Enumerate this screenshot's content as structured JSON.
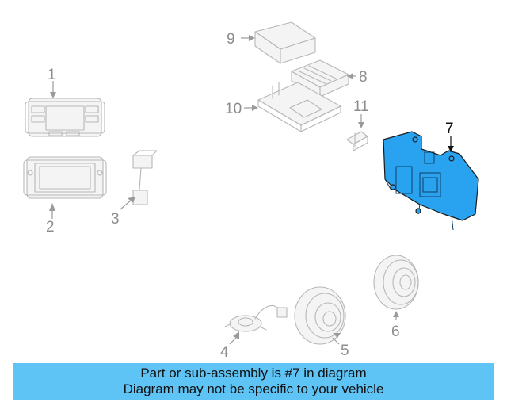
{
  "diagram": {
    "callouts": [
      {
        "number": "1",
        "part": "head-unit-a"
      },
      {
        "number": "2",
        "part": "head-unit-b"
      },
      {
        "number": "3",
        "part": "antenna-connector"
      },
      {
        "number": "4",
        "part": "tweeter-speaker"
      },
      {
        "number": "5",
        "part": "mid-speaker"
      },
      {
        "number": "6",
        "part": "door-speaker"
      },
      {
        "number": "7",
        "part": "highlighted-module",
        "highlighted": true
      },
      {
        "number": "8",
        "part": "amplifier"
      },
      {
        "number": "9",
        "part": "control-module"
      },
      {
        "number": "10",
        "part": "mounting-bracket"
      },
      {
        "number": "11",
        "part": "small-bracket"
      }
    ],
    "highlight_color": "#29a3f0"
  },
  "banner": {
    "line1": "Part or sub-assembly is #7 in diagram",
    "line2": "Diagram may not be specific to your vehicle",
    "background": "#5ec4f5"
  }
}
